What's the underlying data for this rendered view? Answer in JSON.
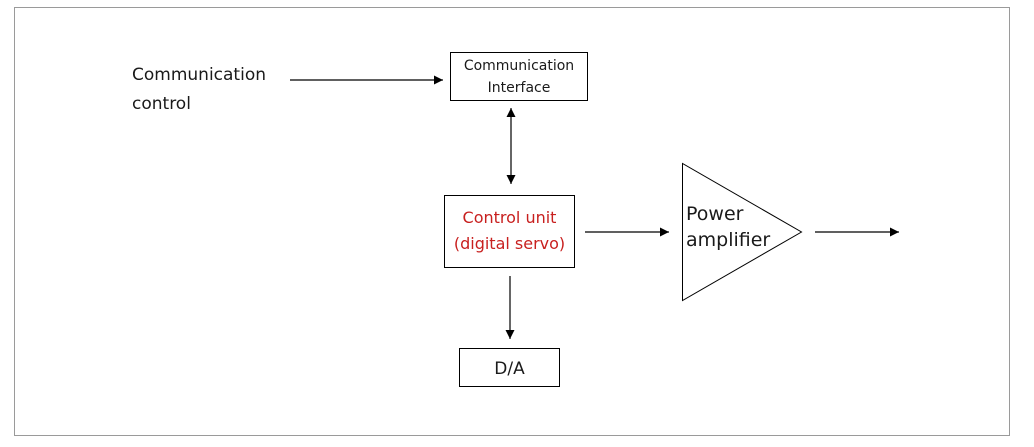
{
  "nodes": {
    "comm_control": {
      "line1": "Communication",
      "line2": "control"
    },
    "comm_interface": {
      "line1": "Communication",
      "line2": "Interface"
    },
    "control_unit": {
      "line1": "Control unit",
      "line2": "(digital servo)",
      "color": "#c8201f"
    },
    "power_amp": {
      "line1": "Power",
      "line2": "amplifier"
    },
    "da": {
      "label": "D/A"
    }
  },
  "edges": [
    {
      "from": "comm_control",
      "to": "comm_interface",
      "direction": "forward"
    },
    {
      "from": "comm_interface",
      "to": "control_unit",
      "direction": "bidirectional"
    },
    {
      "from": "control_unit",
      "to": "power_amp",
      "direction": "forward"
    },
    {
      "from": "control_unit",
      "to": "da",
      "direction": "forward"
    },
    {
      "from": "power_amp",
      "to": "output",
      "direction": "forward"
    }
  ]
}
